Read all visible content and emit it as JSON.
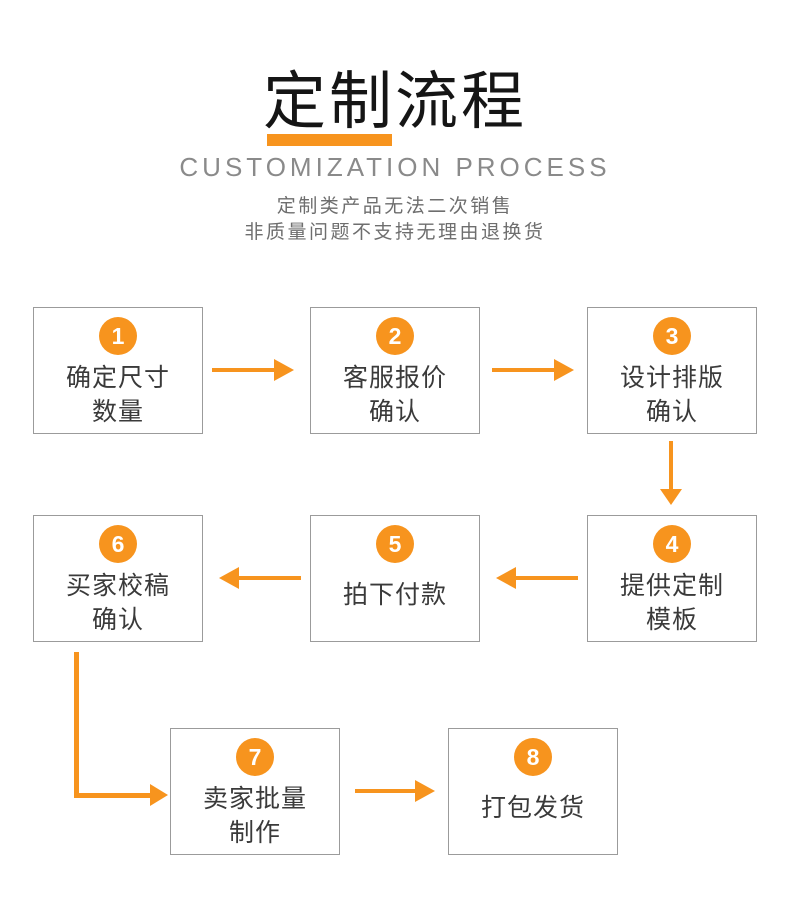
{
  "header": {
    "title": "定制流程",
    "subtitle": "CUSTOMIZATION PROCESS",
    "note1": "定制类产品无法二次销售",
    "note2": "非质量问题不支持无理由退换货"
  },
  "colors": {
    "accent_orange": "#f7941e",
    "box_border": "#9b9b9b",
    "title_text": "#151515",
    "subtitle_text": "#8a8a8a",
    "note_text": "#6e6e6e",
    "step_text": "#3a3a3a"
  },
  "steps": [
    {
      "number": "1",
      "line1": "确定尺寸",
      "line2": "数量"
    },
    {
      "number": "2",
      "line1": "客服报价",
      "line2": "确认"
    },
    {
      "number": "3",
      "line1": "设计排版",
      "line2": "确认"
    },
    {
      "number": "4",
      "line1": "提供定制",
      "line2": "模板"
    },
    {
      "number": "5",
      "line1": "拍下付款",
      "line2": ""
    },
    {
      "number": "6",
      "line1": "买家校稿",
      "line2": "确认"
    },
    {
      "number": "7",
      "line1": "卖家批量",
      "line2": "制作"
    },
    {
      "number": "8",
      "line1": "打包发货",
      "line2": ""
    }
  ]
}
